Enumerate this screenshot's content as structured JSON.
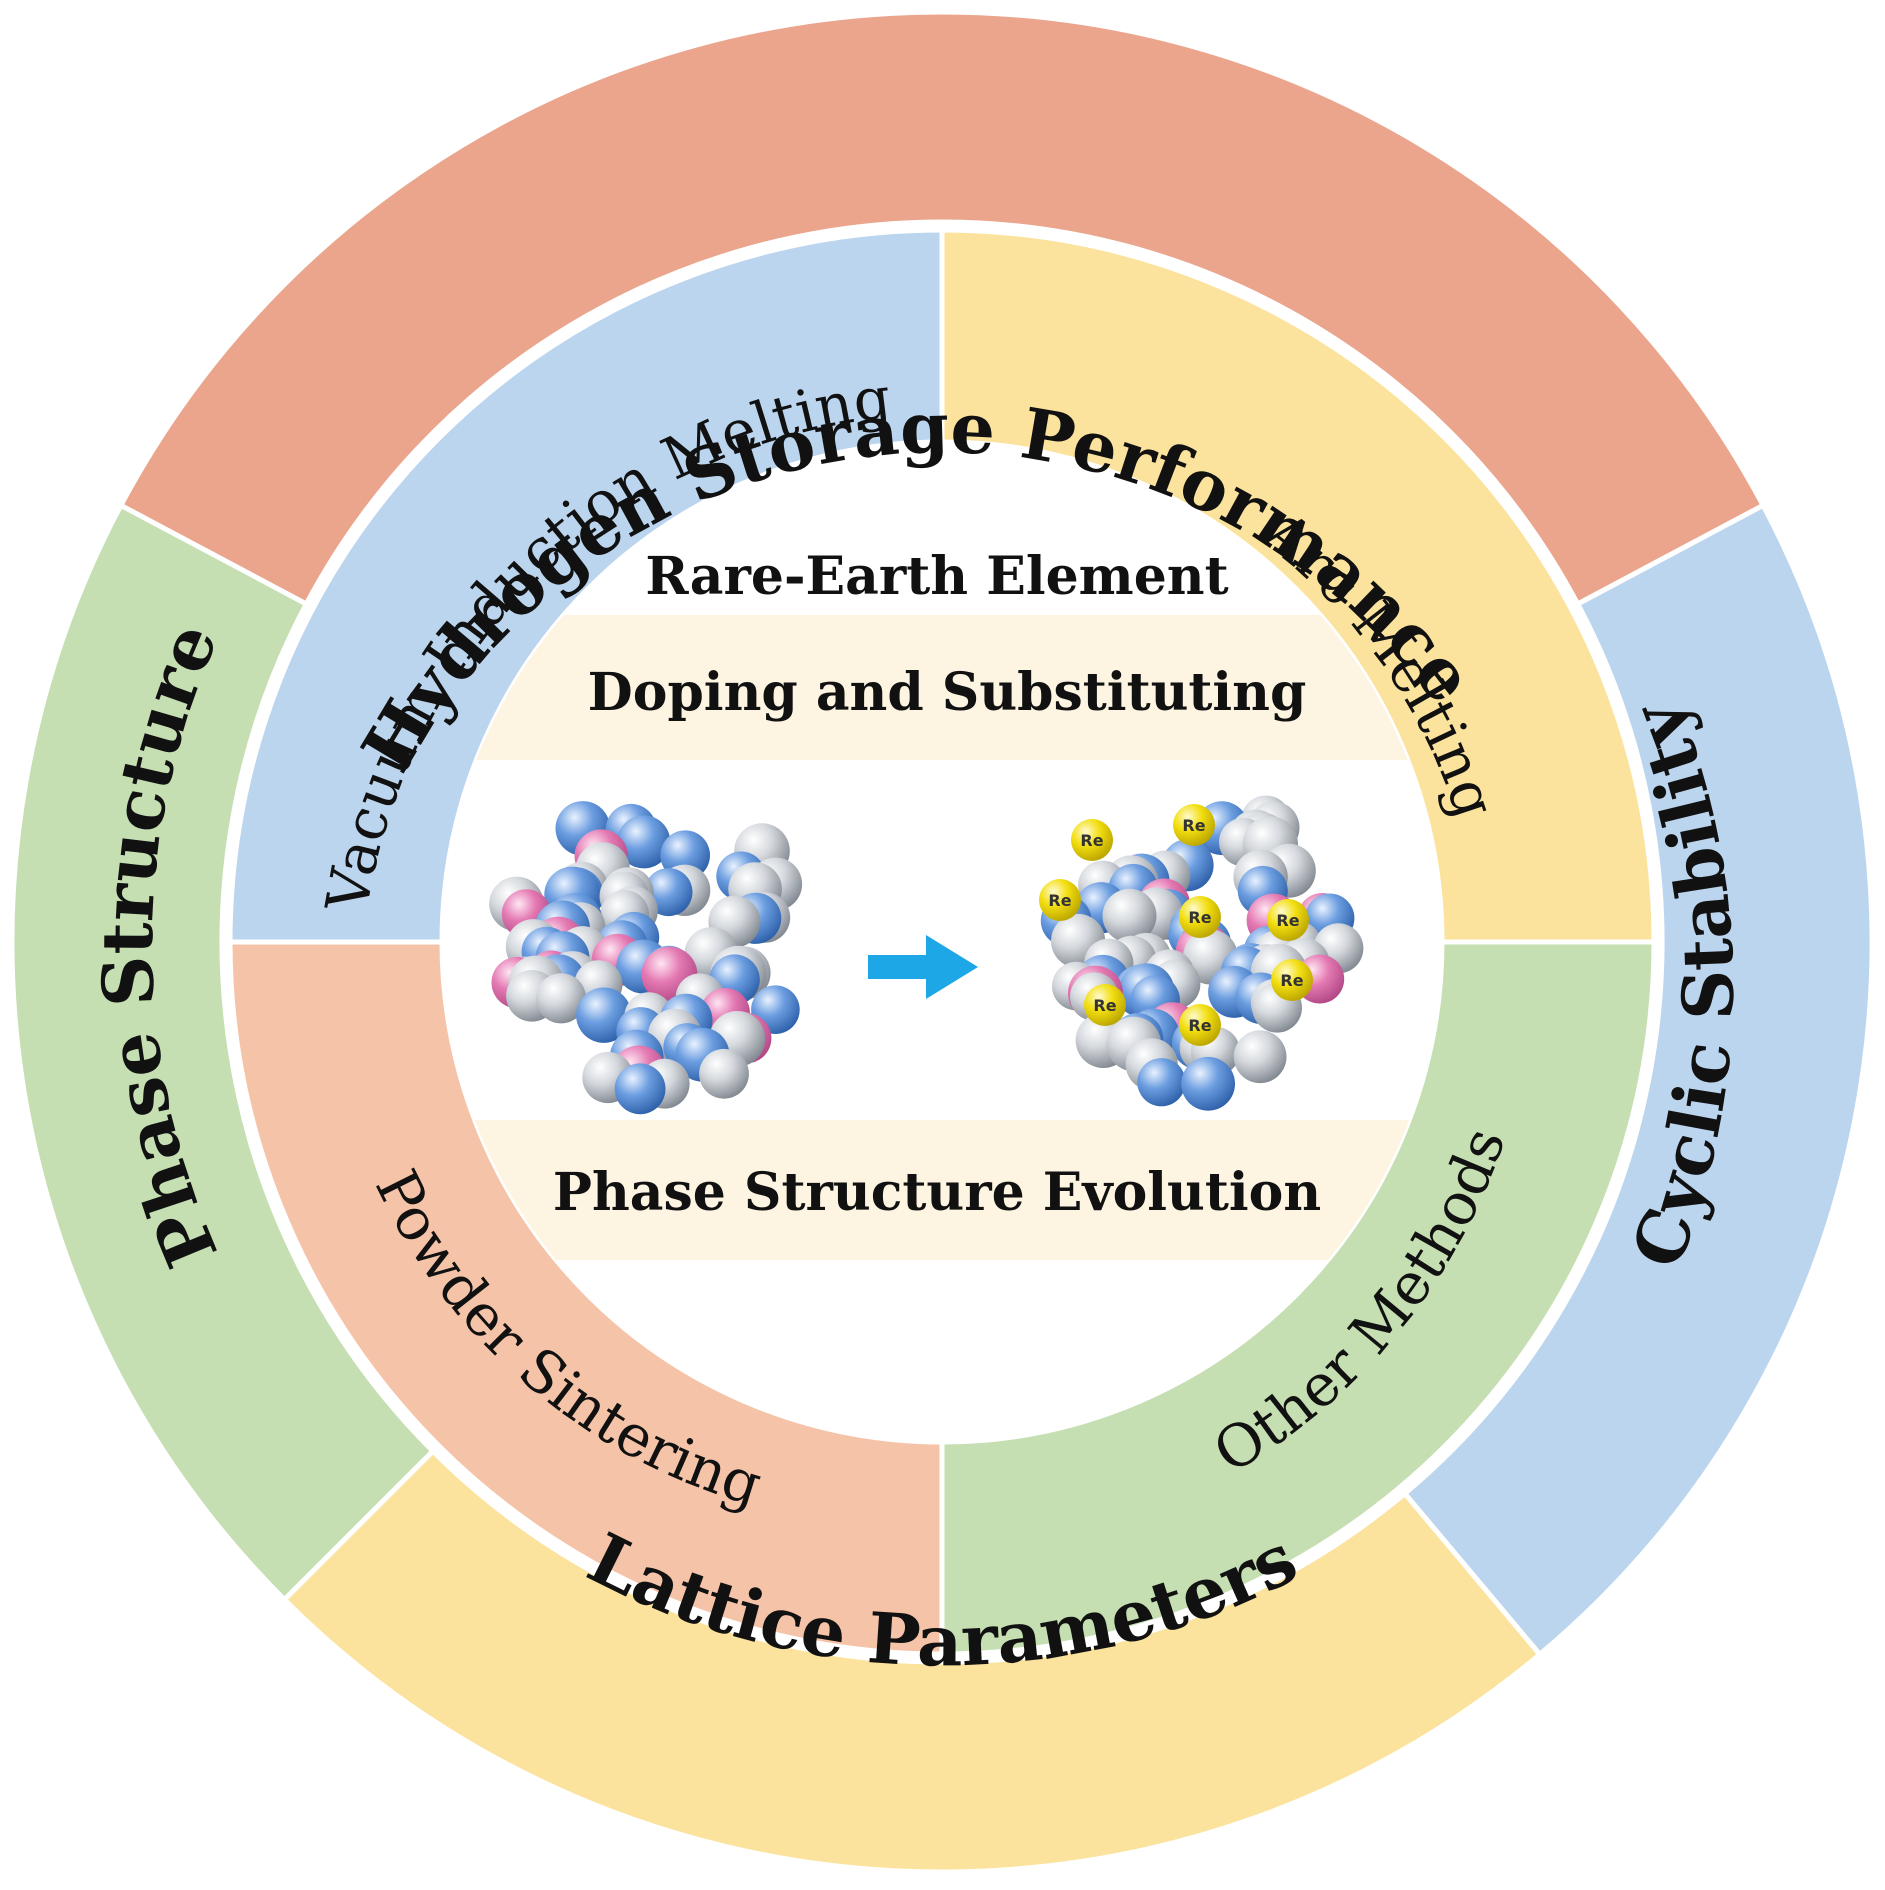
{
  "outer_ring": [
    {
      "key": "hydrogen",
      "label": "Hydrogen Storage Performance",
      "color": "#eaa58c"
    },
    {
      "key": "cyclic",
      "label": "Cyclic Stability",
      "color": "#bcd5ee"
    },
    {
      "key": "lattice",
      "label": "Lattice Parameters",
      "color": "#fbe39e"
    },
    {
      "key": "phase",
      "label": "Phase Structure",
      "color": "#c5dfb2"
    }
  ],
  "inner_ring": [
    {
      "key": "vim",
      "label": "Vacuum Induction Melting",
      "color": "#bcd5ee"
    },
    {
      "key": "arc",
      "label": "Arc Melting",
      "color": "#fbe39e"
    },
    {
      "key": "other",
      "label": "Other Methods",
      "color": "#c5dfb2"
    },
    {
      "key": "powder",
      "label": "Powder Sintering",
      "color": "#f5c4a8"
    }
  ],
  "center": {
    "title_line1": "Rare-Earth Element",
    "title_line2": "Doping and Substituting",
    "caption": "Phase Structure Evolution",
    "band_color": "#fdf4e1",
    "arrow_color": "#1ea7e6"
  },
  "atoms": {
    "colors": {
      "blue": "#5b8fd6",
      "pink": "#e277b0",
      "gray": "#cfd3d8",
      "yellow": "#f4e11a"
    },
    "dopant_label": "Re"
  }
}
